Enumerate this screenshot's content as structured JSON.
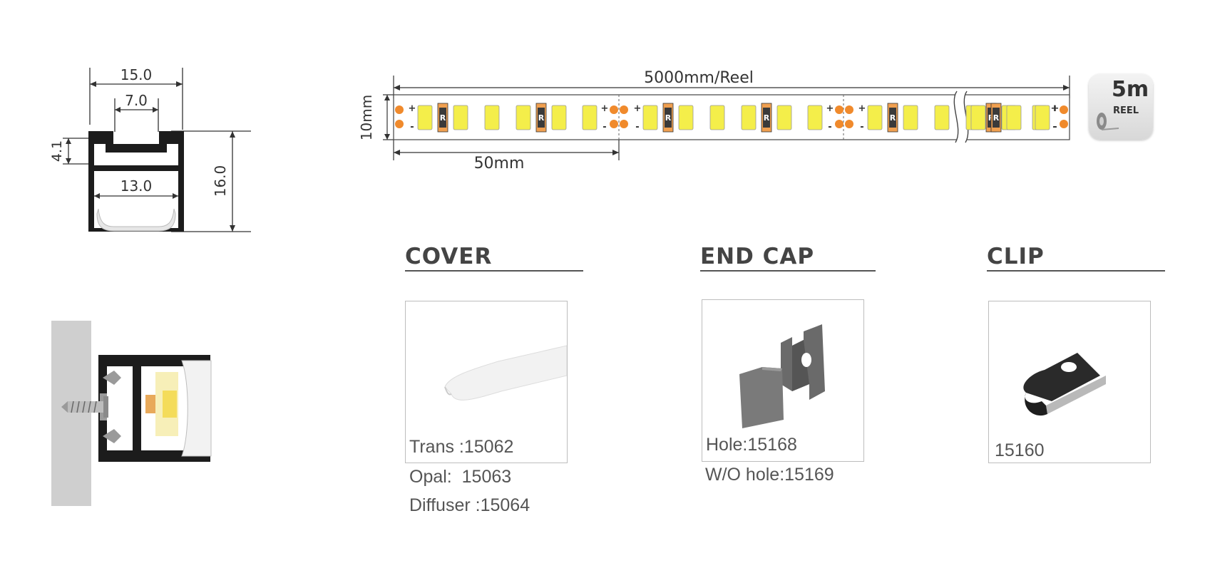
{
  "profile": {
    "dims": {
      "outer_width": "15.0",
      "opening_width": "7.0",
      "inner_width": "13.0",
      "height": "16.0",
      "top_depth": "4.1"
    }
  },
  "strip": {
    "reel_length": "5000mm/Reel",
    "width": "10mm",
    "cut_length": "50mm",
    "plus": "+",
    "minus": "-",
    "resistor_mark": "R",
    "badge": {
      "length": "5m",
      "label": "REEL"
    }
  },
  "accessories": {
    "cover": {
      "title": "COVER",
      "codes": [
        "Trans :15062",
        "Opal:  15063",
        "Diffuser :15064"
      ]
    },
    "end_cap": {
      "title": "END CAP",
      "codes": [
        "Hole:15168",
        "W/O hole:15169"
      ]
    },
    "clip": {
      "title": "CLIP",
      "codes": [
        "15160"
      ]
    }
  },
  "colors": {
    "led_yellow": "#f4ee4a",
    "solder_pad": "#f08a2c",
    "profile_black": "#1c1c1c",
    "wall_grey": "#cfcfcf",
    "cover_white": "#f2f2f2"
  }
}
